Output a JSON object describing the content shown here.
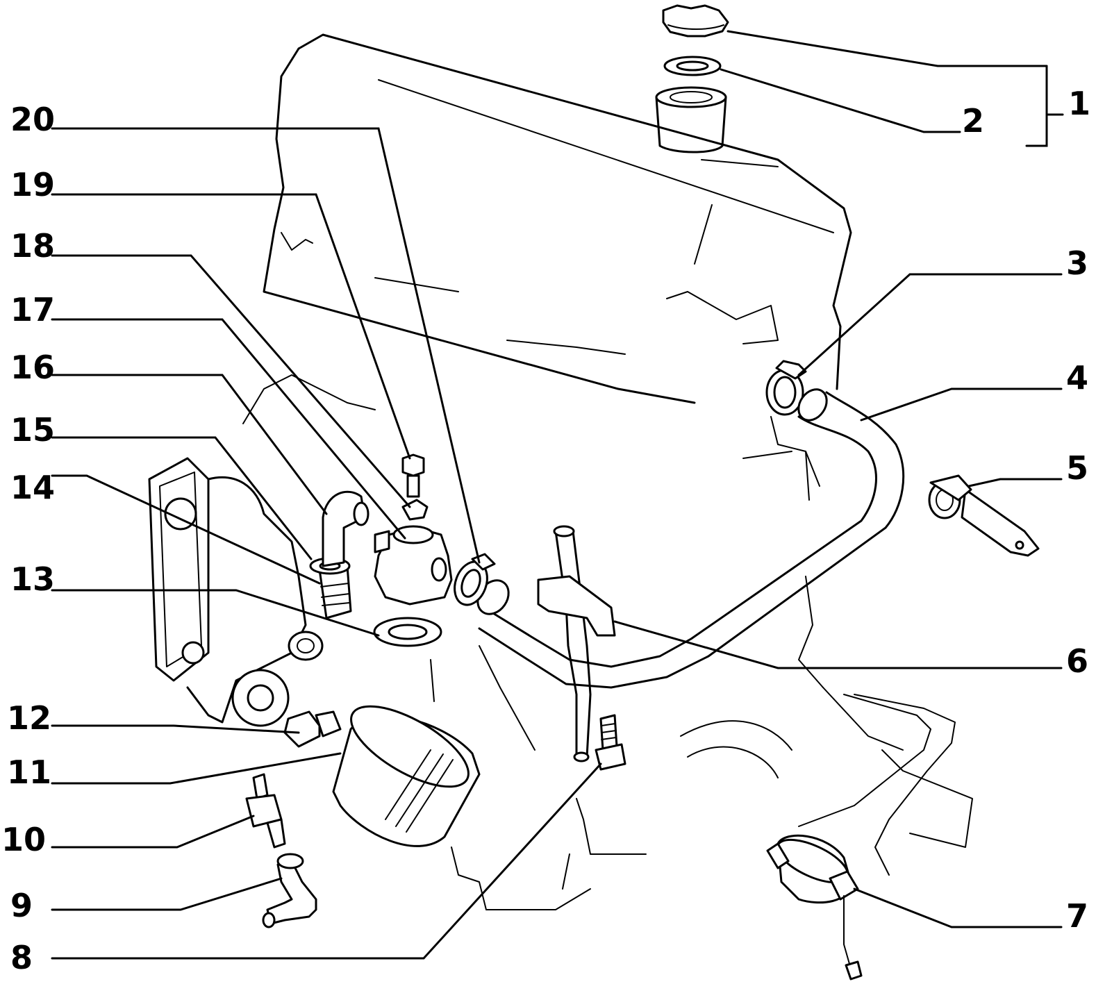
{
  "callouts": [
    "1",
    "2",
    "3",
    "4",
    "5",
    "6",
    "7",
    "8",
    "9",
    "10",
    "11",
    "12",
    "13",
    "14",
    "15",
    "16",
    "17",
    "18",
    "19",
    "20"
  ],
  "colors": {
    "ink": "#000000",
    "paper": "#ffffff"
  }
}
